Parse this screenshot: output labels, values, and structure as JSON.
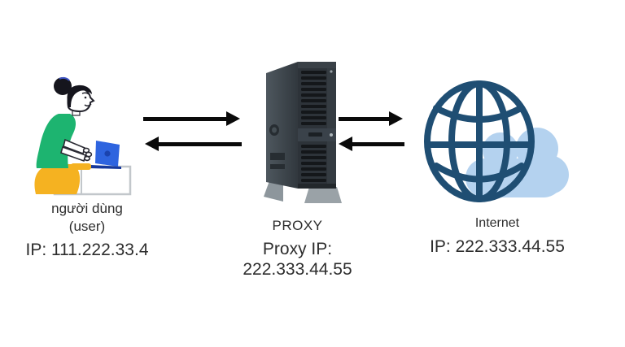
{
  "diagram": {
    "background_color": "#ffffff",
    "text_color": "#2d2d2d",
    "arrow_color": "#0a0a0a",
    "nodes": {
      "user": {
        "label": "người dùng",
        "sublabel": "(user)",
        "ip": "IP: 111.222.33.4",
        "icon": "user-at-laptop-illustration",
        "colors": {
          "shirt": "#1db470",
          "pants": "#f5b221",
          "laptop": "#2e64df",
          "hair": "#15151d",
          "desk_outline": "#c2c7cb"
        }
      },
      "proxy": {
        "label": "PROXY",
        "ip": "Proxy IP: 222.333.44.55",
        "icon": "server-tower-icon",
        "colors": {
          "case": "#2d3339",
          "vents": "#14171a",
          "feet": "#8d969c"
        }
      },
      "internet": {
        "label": "Internet",
        "ip": "IP: 222.333.44.55",
        "icon": "globe-with-cloud-icon",
        "colors": {
          "globe_stroke": "#1f4e73",
          "cloud": "#b4d2ef"
        }
      }
    },
    "connections": [
      {
        "from": "user",
        "to": "proxy",
        "type": "bidirectional-arrows"
      },
      {
        "from": "proxy",
        "to": "internet",
        "type": "bidirectional-arrows"
      }
    ]
  }
}
